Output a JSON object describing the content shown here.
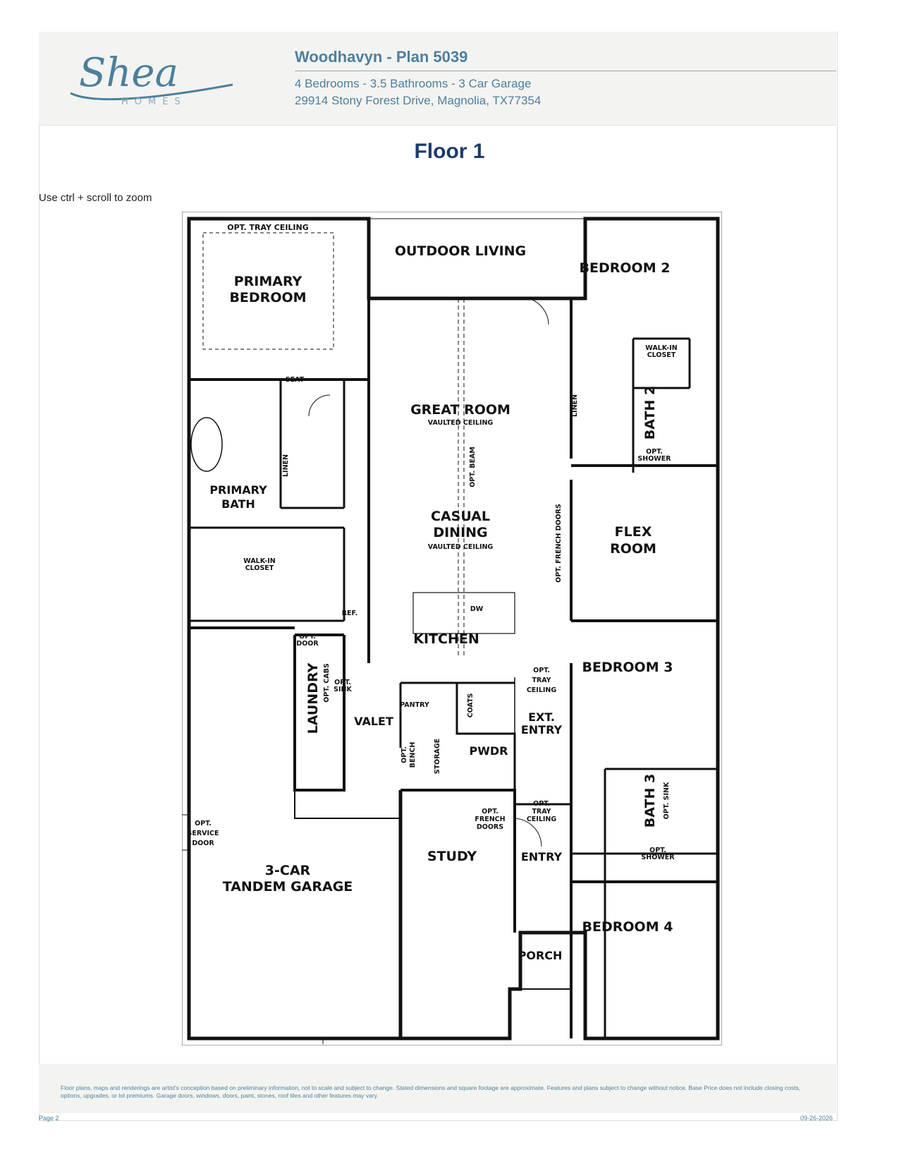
{
  "header": {
    "brand_main": "Shea",
    "brand_sub": "HOMES",
    "title": "Woodhavyn - Plan 5039",
    "details": "4 Bedrooms - 3.5 Bathrooms - 3 Car Garage",
    "address": "29914 Stony Forest Drive, Magnolia, TX77354"
  },
  "floor_title": "Floor 1",
  "zoom_hint": "Use ctrl + scroll to zoom",
  "plan": {
    "rooms": {
      "primary_bedroom": [
        "PRIMARY",
        "BEDROOM"
      ],
      "opt_tray_ceiling_primary": "OPT. TRAY CEILING",
      "outdoor_living": "OUTDOOR LIVING",
      "bedroom2": "BEDROOM 2",
      "walkin_closet_bed2": [
        "WALK-IN",
        "CLOSET"
      ],
      "seat": "SEAT",
      "linen_primary": "LINEN",
      "linen_bed2": "LINEN",
      "bath2": "BATH 2",
      "opt_shower_bath2": [
        "OPT.",
        "SHOWER"
      ],
      "great_room": "GREAT ROOM",
      "vaulted_ceiling_great": "VAULTED CEILING",
      "opt_beam": "OPT. BEAM",
      "primary_bath": [
        "PRIMARY",
        "BATH"
      ],
      "casual_dining": [
        "CASUAL",
        "DINING"
      ],
      "vaulted_ceiling_dining": "VAULTED CEILING",
      "opt_french_doors_flex": "OPT. FRENCH DOORS",
      "flex_room": [
        "FLEX",
        "ROOM"
      ],
      "walkin_closet_primary": [
        "WALK-IN",
        "CLOSET"
      ],
      "ref": "REF.",
      "dw": "DW",
      "kitchen": "KITCHEN",
      "opt_door": [
        "OPT.",
        "DOOR"
      ],
      "laundry": "LAUNDRY",
      "opt_cabs": "OPT. CABS",
      "opt_sink_laundry": [
        "OPT.",
        "SINK"
      ],
      "pantry": "PANTRY",
      "coats": "COATS",
      "opt_tray_ceiling_ext": [
        "OPT.",
        "TRAY",
        "CEILING"
      ],
      "ext_entry": [
        "EXT.",
        "ENTRY"
      ],
      "bedroom3": "BEDROOM 3",
      "valet": "VALET",
      "opt_bench": [
        "OPT.",
        "BENCH"
      ],
      "storage": "STORAGE",
      "pwdr": "PWDR",
      "bath3": "BATH 3",
      "opt_sink_bath3": "OPT. SINK",
      "opt_shower_bath3": [
        "OPT.",
        "SHOWER"
      ],
      "opt_service_door": [
        "OPT.",
        "SERVICE",
        "DOOR"
      ],
      "opt_french_doors_study": [
        "OPT.",
        "FRENCH",
        "DOORS"
      ],
      "opt_tray_ceiling_entry": [
        "OPT.",
        "TRAY",
        "CEILING"
      ],
      "study": "STUDY",
      "entry": "ENTRY",
      "garage": [
        "3-CAR",
        "TANDEM GARAGE"
      ],
      "bedroom4": "BEDROOM 4",
      "porch": "PORCH"
    }
  },
  "footer": {
    "disclaimer": "Floor plans, maps and renderings are artist's conception based on preliminary information, not to scale and subject to change. Stated dimensions and square footage are approximate. Features and plans subject to change without notice. Base Price does not include closing costs, options, upgrades, or lot premiums. Garage doors, windows, doors, paint, stones, roof tiles and other features may vary.",
    "page": "Page 2",
    "date": "09-26-2026"
  }
}
